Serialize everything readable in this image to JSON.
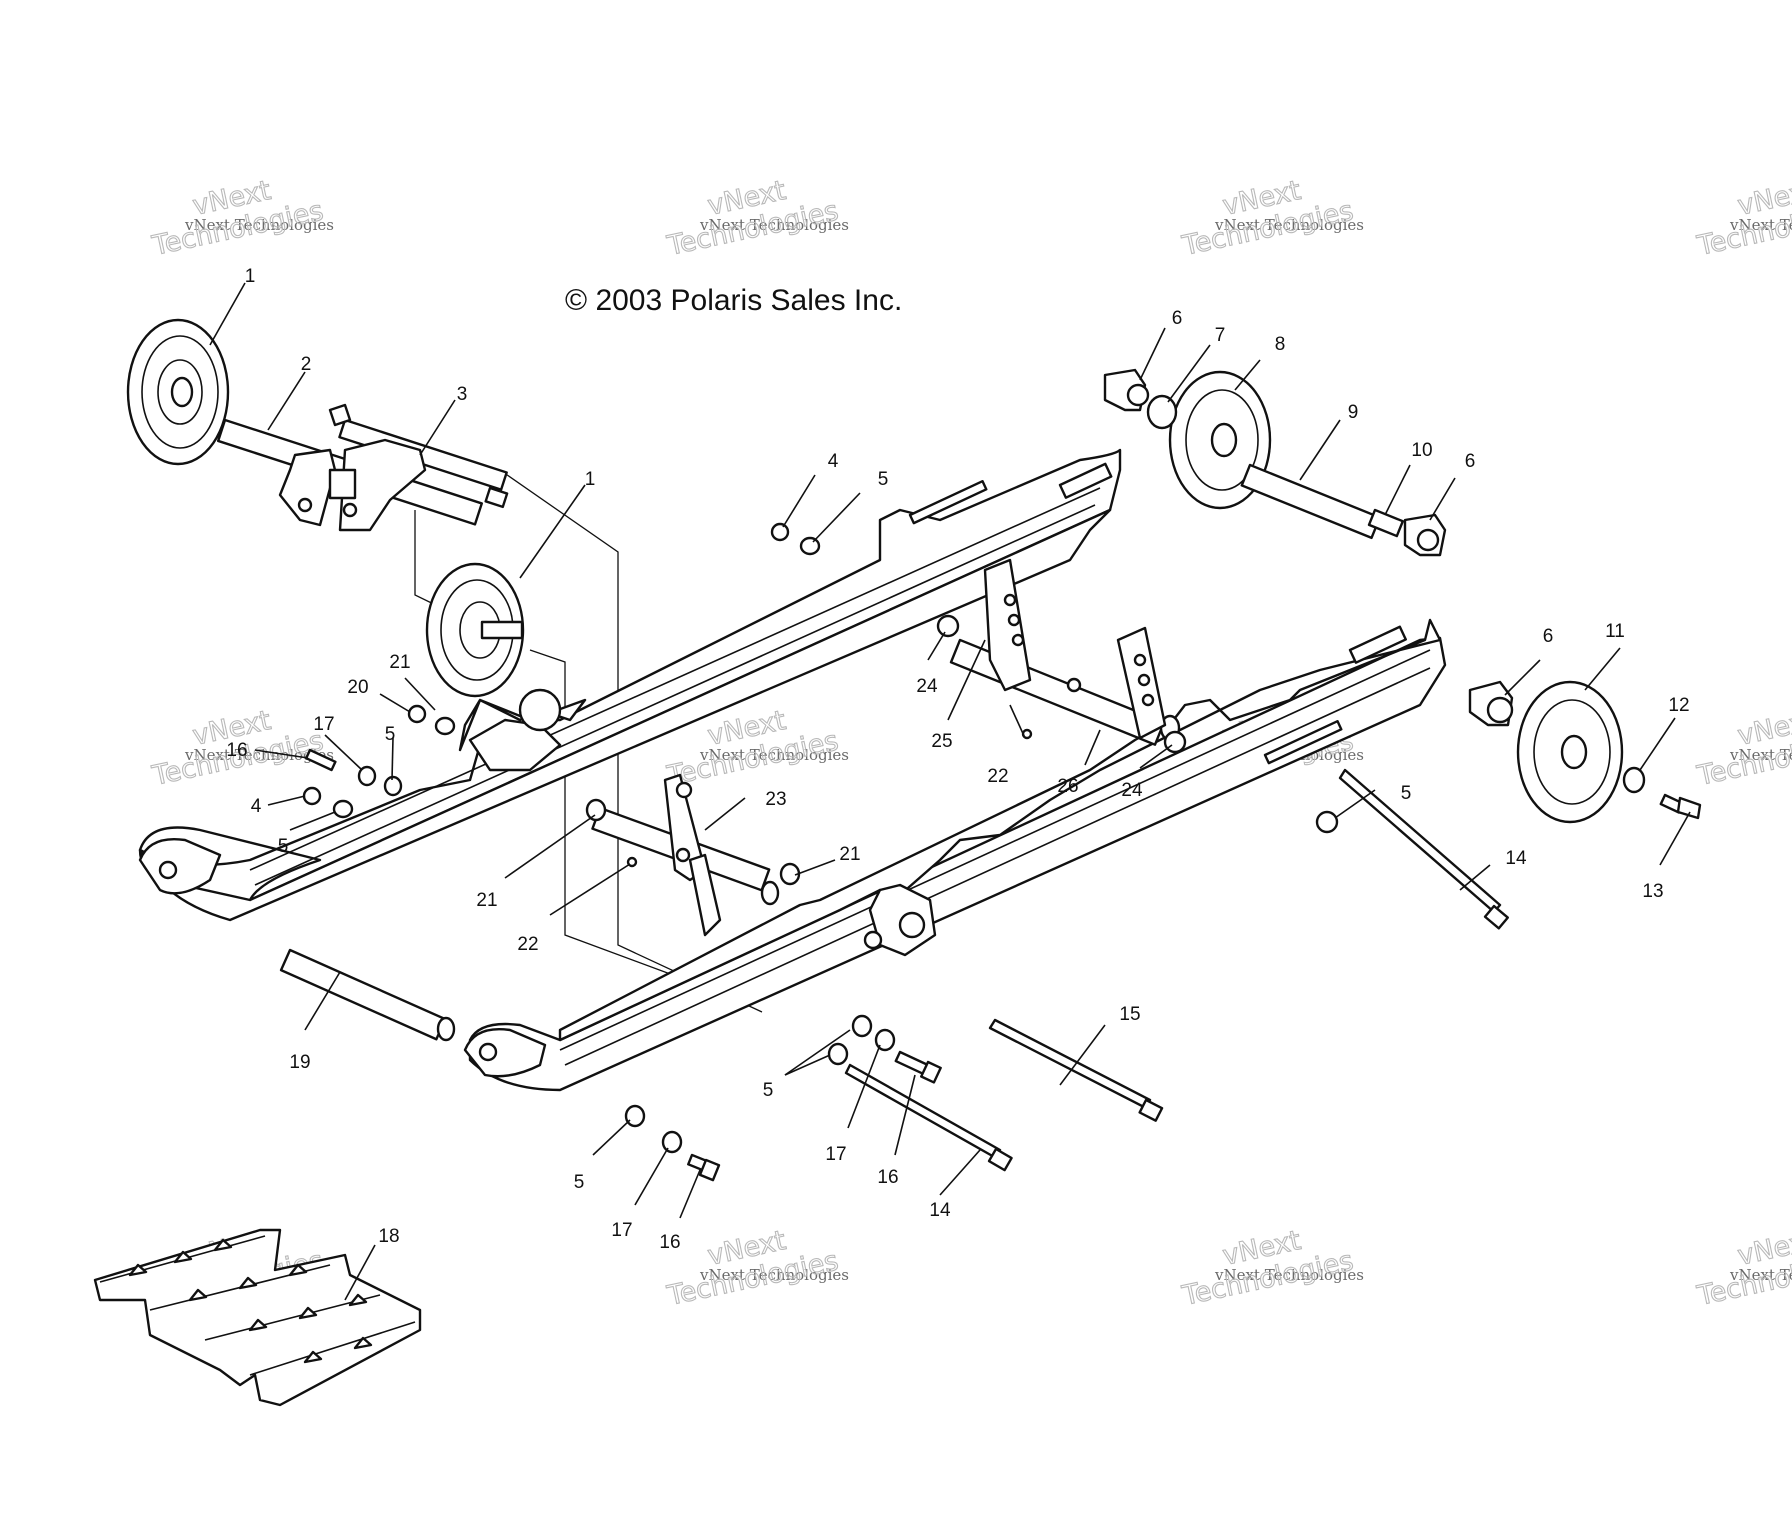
{
  "copyright": "© 2003 Polaris Sales Inc.",
  "watermark": {
    "brand_line1": "vNext",
    "brand_line2": "Technologies",
    "tagline": "vNext Technologies"
  },
  "callouts": [
    "1",
    "2",
    "3",
    "1",
    "4",
    "5",
    "6",
    "7",
    "8",
    "9",
    "10",
    "6",
    "21",
    "20",
    "17",
    "16",
    "5",
    "4",
    "5",
    "24",
    "25",
    "22",
    "26",
    "24",
    "6",
    "11",
    "12",
    "13",
    "5",
    "14",
    "23",
    "21",
    "21",
    "22",
    "19",
    "15",
    "5",
    "17",
    "16",
    "14",
    "5",
    "17",
    "16",
    "18"
  ],
  "colors": {
    "ink": "#111111",
    "paper": "#ffffff",
    "watermark": "#b9b9b9"
  }
}
